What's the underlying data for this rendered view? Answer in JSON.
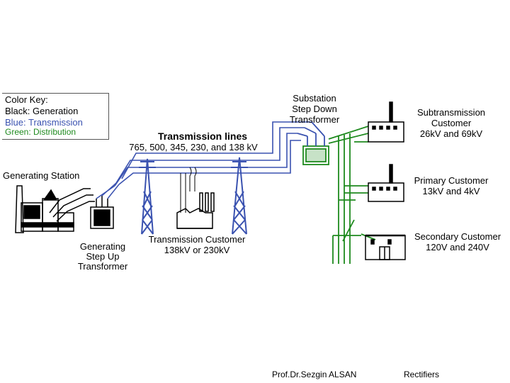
{
  "color_key": {
    "title": "Color Key:",
    "black": "Black:  Generation",
    "blue": "Blue:    Transmission",
    "green": "Green: Distribution"
  },
  "colors": {
    "generation": "#000000",
    "transmission": "#3a52b0",
    "distribution": "#1e8a1e"
  },
  "labels": {
    "transmission_lines_title": "Transmission lines",
    "transmission_lines_voltages": "765, 500, 345, 230, and 138 kV",
    "generating_station": "Generating Station",
    "step_up_1": "Generating",
    "step_up_2": "Step Up",
    "step_up_3": "Transformer",
    "transmission_customer_1": "Transmission Customer",
    "transmission_customer_2": "138kV or 230kV",
    "substation_1": "Substation",
    "substation_2": "Step Down",
    "substation_3": "Transformer",
    "subtransmission_1": "Subtransmission",
    "subtransmission_2": "Customer",
    "subtransmission_3": "26kV and 69kV",
    "primary_1": "Primary Customer",
    "primary_2": "13kV and 4kV",
    "secondary_1": "Secondary Customer",
    "secondary_2": "120V and 240V"
  },
  "footer": {
    "author": "Prof.Dr.Sezgin ALSAN",
    "topic": "Rectifiers"
  }
}
